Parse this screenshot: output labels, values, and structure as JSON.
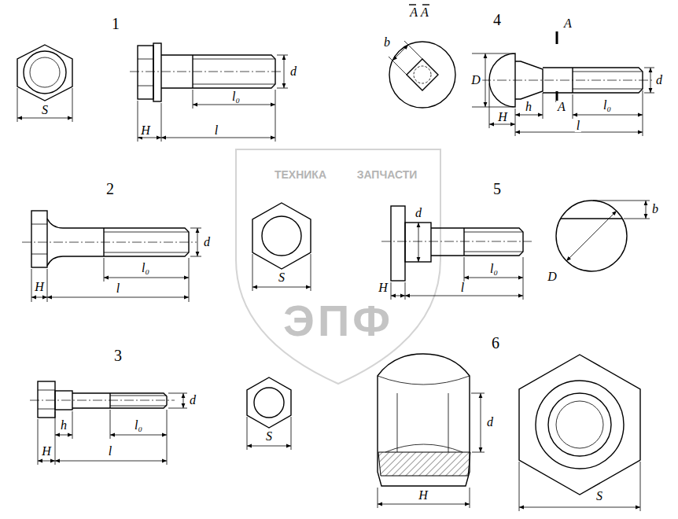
{
  "diagram": {
    "labels": [
      "1",
      "S",
      "H",
      "l",
      "l₀",
      "d",
      "4",
      "А А",
      "b",
      "А",
      "D",
      "h",
      "H",
      "А",
      "l₀",
      "l",
      "d",
      "ТЕХНИКА",
      "ЗАПЧАСТИ",
      "ЭПФ",
      "2",
      "l₀",
      "d",
      "S",
      "H",
      "l",
      "5",
      "d",
      "H",
      "l₀",
      "l",
      "b",
      "D",
      "3",
      "H",
      "h",
      "l₀",
      "l",
      "d",
      "S",
      "6",
      "d",
      "H",
      "S"
    ]
  }
}
